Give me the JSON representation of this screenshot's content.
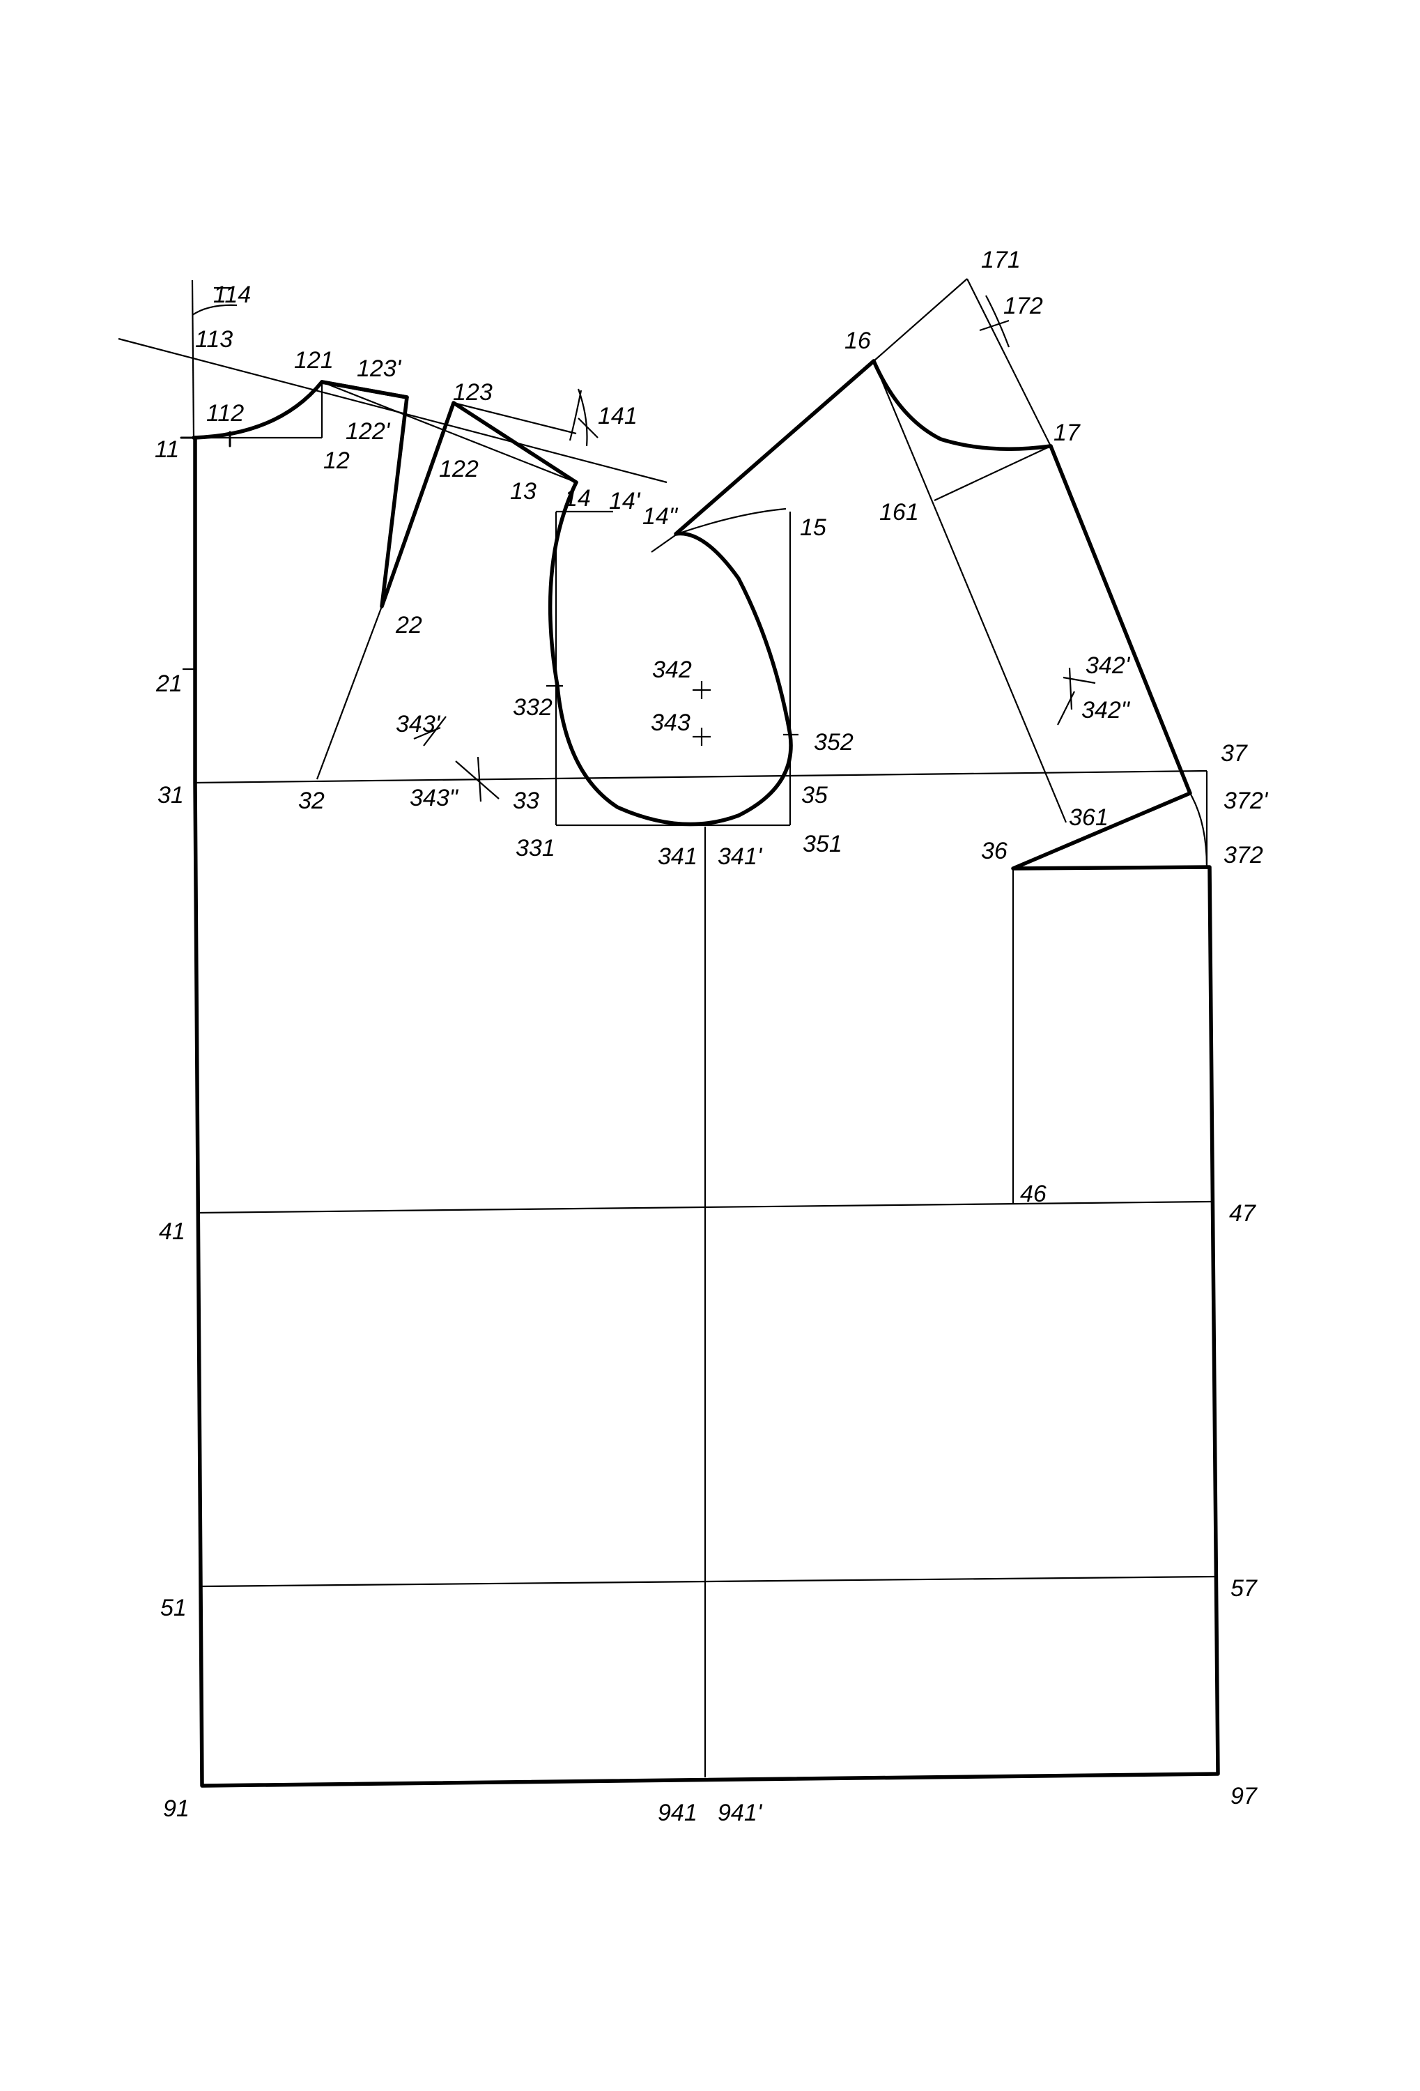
{
  "labels": {
    "p114": "114",
    "p113": "113",
    "p112": "112",
    "p11": "11",
    "p121": "121",
    "p123p": "123'",
    "p12": "12",
    "p122p": "122'",
    "p123": "123",
    "p122": "122",
    "p141": "141",
    "p13": "13",
    "p14": "14",
    "p14p": "14'",
    "p14pp": "14\"",
    "p15": "15",
    "p16": "16",
    "p171": "171",
    "p172": "172",
    "p17": "17",
    "p161": "161",
    "p22": "22",
    "p21": "21",
    "p342": "342",
    "p343": "343",
    "p332": "332",
    "p343p": "343'",
    "p343pp": "343\"",
    "p33": "33",
    "p352": "352",
    "p31": "31",
    "p32": "32",
    "p35": "35",
    "p331": "331",
    "p341": "341",
    "p341p": "341'",
    "p351": "351",
    "p342p": "342'",
    "p342pp": "342\"",
    "p37": "37",
    "p372p": "372'",
    "p361": "361",
    "p36": "36",
    "p372": "372",
    "p46": "46",
    "p41": "41",
    "p47": "47",
    "p51": "51",
    "p57": "57",
    "p91": "91",
    "p941": "941",
    "p941p": "941'",
    "p97": "97"
  }
}
